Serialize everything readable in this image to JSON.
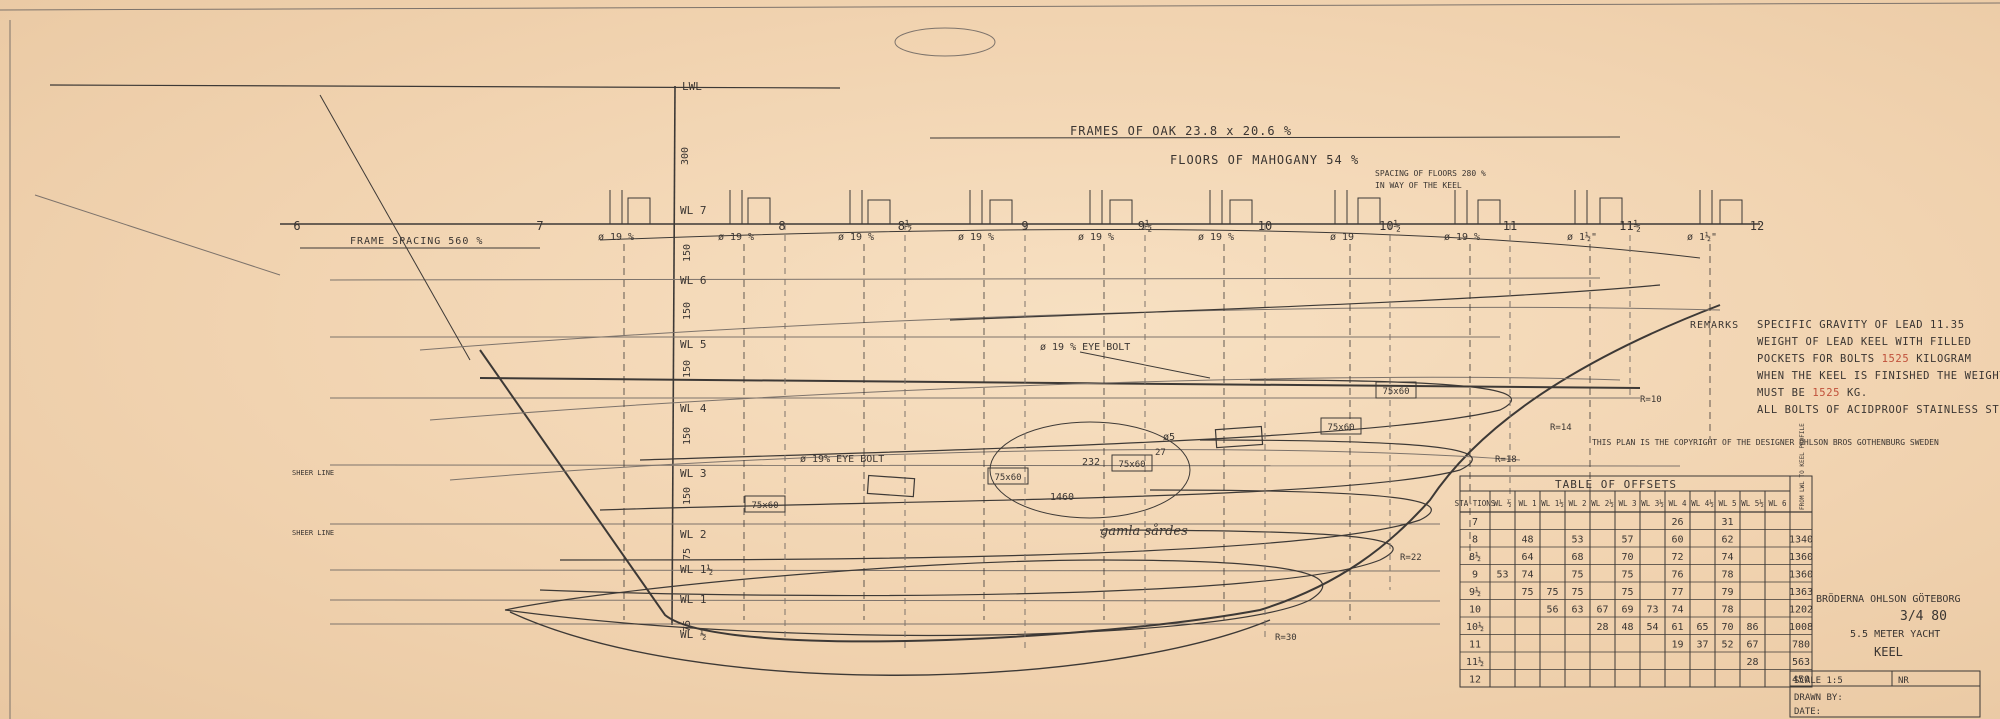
{
  "drawing": {
    "lwl": "LWL",
    "frames_of_oak": "FRAMES OF OAK  23.8 x 20.6 %",
    "floors_of_mahogany": "FLOORS OF MAHOGANY  54 %",
    "frame_spacing": "FRAME SPACING  560 %",
    "spacing_of_floors_1": "SPACING OF FLOORS 280 %",
    "spacing_of_floors_2": "IN WAY OF THE KEEL",
    "eye_bolt_1": "ø 19 % EYE BOLT",
    "eye_bolt_2": "ø 19% EYE BOLT",
    "gamla_sarden": "gamla sårdes",
    "copyright": "THIS PLAN IS THE COPYRIGHT OF THE DESIGNER OHLSON BROS GOTHENBURG SWEDEN",
    "dim_300": "300",
    "dim_150": "150",
    "dim_75": "75",
    "dim_1460": "1460",
    "dim_232": "232",
    "dim_27": "27",
    "dim_5": "ø5",
    "box_75x60": "75x60",
    "box_75x60b": "75x60",
    "box_75x60c": "75x60",
    "box_75x60d": "75x60",
    "box_75x60e": "75x60",
    "sheer_line_1": "SHEER LINE",
    "sheer_line_2": "SHEER LINE"
  },
  "stations": [
    {
      "label": "6"
    },
    {
      "label": "7"
    },
    {
      "label": "8"
    },
    {
      "label": "8½"
    },
    {
      "label": "9"
    },
    {
      "label": "9½"
    },
    {
      "label": "10"
    },
    {
      "label": "10½"
    },
    {
      "label": "11"
    },
    {
      "label": "11½"
    },
    {
      "label": "12"
    }
  ],
  "bolts": [
    "ø 19 %",
    "ø 19 %",
    "ø 19 %",
    "ø 19 %",
    "ø 19 %",
    "ø 19 %",
    "ø 19",
    "ø 19 %",
    "ø 1½\"",
    "ø 1½\""
  ],
  "waterlines": [
    "WL 7",
    "WL 6",
    "WL 5",
    "WL 4",
    "WL 3",
    "WL 2",
    "WL 1½",
    "WL 1",
    "WL ½"
  ],
  "radii": [
    "R=30",
    "R=22",
    "R=18",
    "R=14",
    "R=10"
  ],
  "remarks": {
    "heading": "REMARKS",
    "lines": [
      {
        "pre": "SPECIFIC GRAVITY OF LEAD 11.35",
        "red": "",
        "post": ""
      },
      {
        "pre": "WEIGHT OF LEAD KEEL WITH FILLED",
        "red": "",
        "post": ""
      },
      {
        "pre": "POCKETS FOR BOLTS ",
        "red": "1525",
        "post": " KILOGRAM"
      },
      {
        "pre": "WHEN THE KEEL IS FINISHED THE WEIGHT",
        "red": "",
        "post": ""
      },
      {
        "pre": "MUST BE ",
        "red": "1525",
        "post": " KG."
      },
      {
        "pre": "ALL BOLTS OF ACIDPROOF STAINLESS STEEL",
        "red": "",
        "post": ""
      }
    ]
  },
  "offsets": {
    "title": "TABLE OF OFFSETS",
    "header": [
      "STA-TIONS",
      "WL ½",
      "WL 1",
      "WL 1½",
      "WL 2",
      "WL 2½",
      "WL 3",
      "WL 3½",
      "WL 4",
      "WL 4½",
      "WL 5",
      "WL 5½",
      "WL 6",
      "FROM LWL TO KEEL PROFILE"
    ],
    "rows": [
      [
        "7",
        "",
        "",
        "",
        "",
        "",
        "",
        "",
        "26",
        "",
        "31",
        "",
        "",
        ""
      ],
      [
        "8",
        "",
        "48",
        "",
        "53",
        "",
        "57",
        "",
        "60",
        "",
        "62",
        "",
        "",
        "1340"
      ],
      [
        "8½",
        "",
        "64",
        "",
        "68",
        "",
        "70",
        "",
        "72",
        "",
        "74",
        "",
        "",
        "1360"
      ],
      [
        "9",
        "53",
        "74",
        "",
        "75",
        "",
        "75",
        "",
        "76",
        "",
        "78",
        "",
        "",
        "1360"
      ],
      [
        "9½",
        "",
        "75",
        "75",
        "75",
        "",
        "75",
        "",
        "77",
        "",
        "79",
        "",
        "",
        "1363"
      ],
      [
        "10",
        "",
        "",
        "56",
        "63",
        "67",
        "69",
        "73",
        "74",
        "",
        "78",
        "",
        "",
        "1202"
      ],
      [
        "10½",
        "",
        "",
        "",
        "",
        "28",
        "48",
        "54",
        "61",
        "65",
        "70",
        "86",
        "",
        "1008"
      ],
      [
        "11",
        "",
        "",
        "",
        "",
        "",
        "",
        "",
        "19",
        "37",
        "52",
        "67",
        "",
        "780"
      ],
      [
        "11½",
        "",
        "",
        "",
        "",
        "",
        "",
        "",
        "",
        "",
        "",
        "28",
        "",
        "563"
      ],
      [
        "12",
        "",
        "",
        "",
        "",
        "",
        "",
        "",
        "",
        "",
        "",
        "",
        "",
        "450"
      ]
    ]
  },
  "title_block": {
    "company": "BRÖDERNA OHLSON GÖTEBORG",
    "number": "3/4 80",
    "vessel": "5.5 METER YACHT",
    "part": "KEEL",
    "scale": "SCALE 1:5",
    "nr": "NR",
    "drawn_by": "DRAWN BY:",
    "date": "DATE:"
  }
}
